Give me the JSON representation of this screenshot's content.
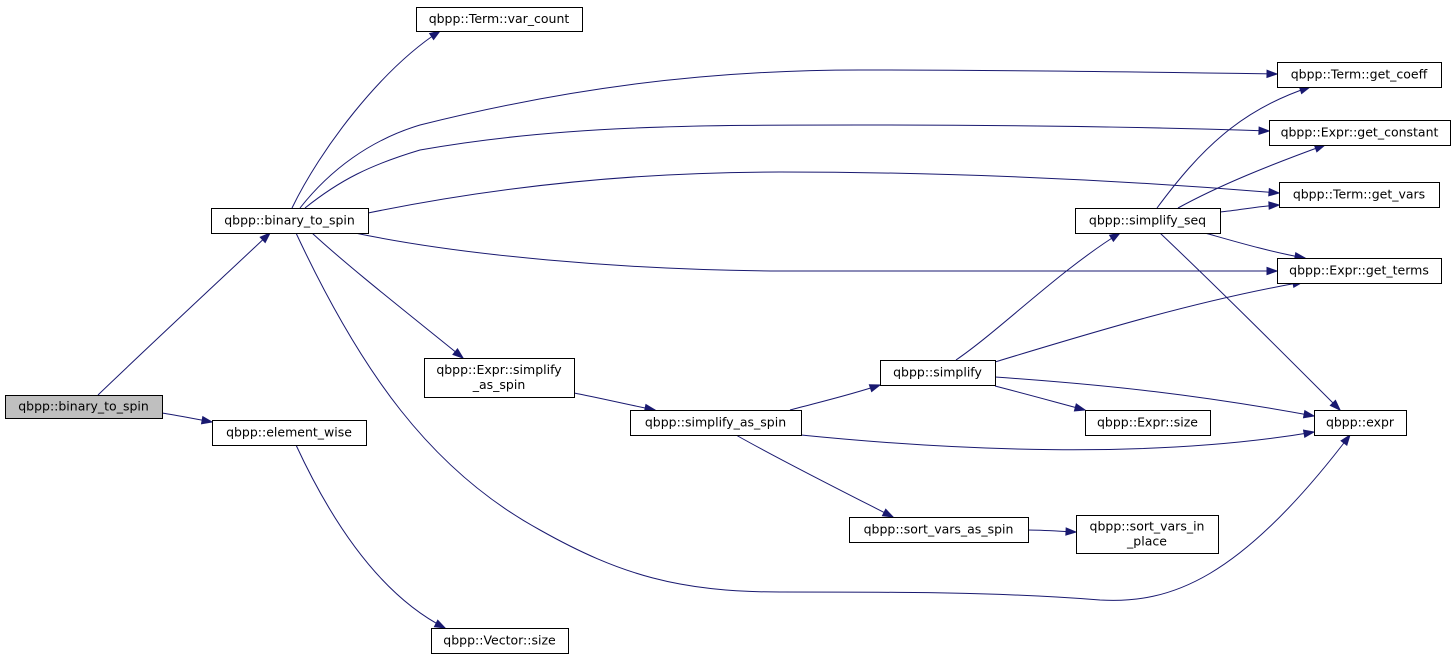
{
  "graph": {
    "title": "",
    "colors": {
      "edge": "#191970",
      "node_border": "#000000",
      "root_fill": "#bfbfbf",
      "node_fill": "#ffffff"
    },
    "nodes": [
      {
        "id": "root",
        "lines": [
          "qbpp::binary_to_spin"
        ],
        "root": true
      },
      {
        "id": "bts",
        "lines": [
          "qbpp::binary_to_spin"
        ]
      },
      {
        "id": "ew",
        "lines": [
          "qbpp::element_wise"
        ]
      },
      {
        "id": "vc",
        "lines": [
          "qbpp::Term::var_count"
        ]
      },
      {
        "id": "gcoeff",
        "lines": [
          "qbpp::Term::get_coeff"
        ]
      },
      {
        "id": "gconst",
        "lines": [
          "qbpp::Expr::get_constant"
        ]
      },
      {
        "id": "gvars",
        "lines": [
          "qbpp::Term::get_vars"
        ]
      },
      {
        "id": "gterms",
        "lines": [
          "qbpp::Expr::get_terms"
        ]
      },
      {
        "id": "esas",
        "lines": [
          "qbpp::Expr::simplify",
          "_as_spin"
        ]
      },
      {
        "id": "sas",
        "lines": [
          "qbpp::simplify_as_spin"
        ]
      },
      {
        "id": "simp",
        "lines": [
          "qbpp::simplify"
        ]
      },
      {
        "id": "sseq",
        "lines": [
          "qbpp::simplify_seq"
        ]
      },
      {
        "id": "esize",
        "lines": [
          "qbpp::Expr::size"
        ]
      },
      {
        "id": "expr",
        "lines": [
          "qbpp::expr"
        ]
      },
      {
        "id": "svas",
        "lines": [
          "qbpp::sort_vars_as_spin"
        ]
      },
      {
        "id": "svip",
        "lines": [
          "qbpp::sort_vars_in",
          "_place"
        ]
      },
      {
        "id": "vsize",
        "lines": [
          "qbpp::Vector::size"
        ]
      }
    ],
    "edges": [
      {
        "from": "root",
        "to": "bts"
      },
      {
        "from": "root",
        "to": "ew"
      },
      {
        "from": "bts",
        "to": "vc"
      },
      {
        "from": "bts",
        "to": "gcoeff"
      },
      {
        "from": "bts",
        "to": "gconst"
      },
      {
        "from": "bts",
        "to": "gvars"
      },
      {
        "from": "bts",
        "to": "gterms"
      },
      {
        "from": "bts",
        "to": "esas"
      },
      {
        "from": "bts",
        "to": "expr"
      },
      {
        "from": "esas",
        "to": "sas"
      },
      {
        "from": "sas",
        "to": "simp"
      },
      {
        "from": "sas",
        "to": "expr"
      },
      {
        "from": "sas",
        "to": "svas"
      },
      {
        "from": "simp",
        "to": "sseq"
      },
      {
        "from": "simp",
        "to": "gterms"
      },
      {
        "from": "simp",
        "to": "esize"
      },
      {
        "from": "simp",
        "to": "expr"
      },
      {
        "from": "sseq",
        "to": "gcoeff"
      },
      {
        "from": "sseq",
        "to": "gconst"
      },
      {
        "from": "sseq",
        "to": "gvars"
      },
      {
        "from": "sseq",
        "to": "gterms"
      },
      {
        "from": "sseq",
        "to": "expr"
      },
      {
        "from": "svas",
        "to": "svip"
      },
      {
        "from": "ew",
        "to": "vsize"
      }
    ]
  }
}
